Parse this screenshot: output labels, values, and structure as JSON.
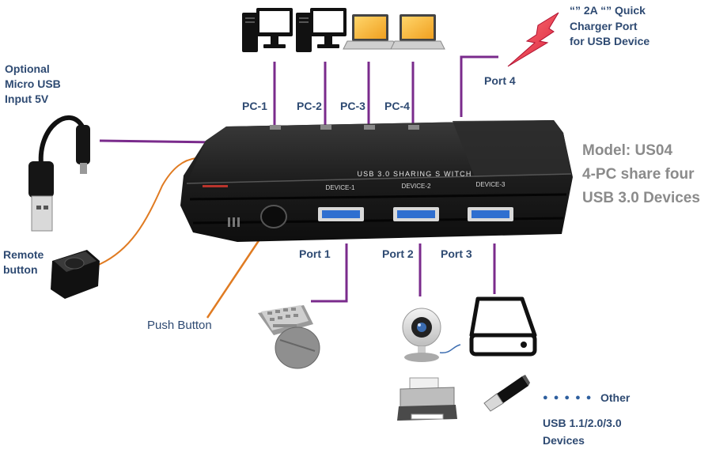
{
  "labels": {
    "pc1": "PC-1",
    "pc2": "PC-2",
    "pc3": "PC-3",
    "pc4": "PC-4",
    "port1": "Port 1",
    "port2": "Port 2",
    "port3": "Port 3",
    "port4": "Port 4",
    "micro_usb": [
      "Optional",
      "Micro USB",
      "Input 5V"
    ],
    "remote": [
      "Remote",
      "button"
    ],
    "push_button": "Push Button",
    "charger": [
      "“” 2A “” Quick",
      "Charger Port",
      "for USB Device"
    ],
    "model": [
      "Model: US04",
      "4-PC share four",
      "USB 3.0 Devices"
    ],
    "other_dots": "● ● ● ● ●",
    "other": "Other",
    "other_desc": [
      "USB 1.1/2.0/3.0",
      "Devices"
    ]
  },
  "device_text": {
    "title": "USB 3.0 SHARING S WITCH",
    "dev1": "DEVICE-1",
    "dev2": "DEVICE-2",
    "dev3": "DEVICE-3"
  },
  "colors": {
    "label": "#2e4a72",
    "connector": "#7a2b8c",
    "remote_cable": "#e07b22",
    "model_text": "#8b8b8b",
    "lightning": "#e8344a",
    "usb_port_blue": "#2f6fd0"
  },
  "icons": [
    "desktop-pc-icon",
    "laptop-icon",
    "lightning-icon",
    "keyboard-mouse-icon",
    "webcam-icon",
    "hard-drive-icon",
    "printer-icon",
    "usb-flash-drive-icon",
    "micro-usb-cable-icon",
    "remote-button-icon"
  ]
}
